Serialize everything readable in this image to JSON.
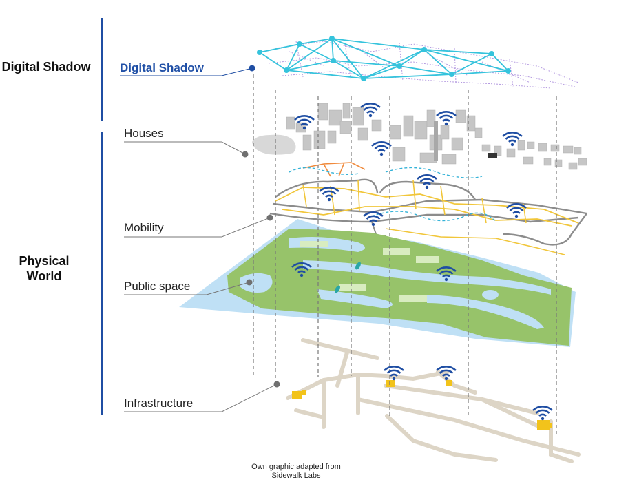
{
  "side_titles": {
    "digital": "Digital Shadow",
    "physical_line1": "Physical",
    "physical_line2": "World"
  },
  "digital_shadow_label": "Digital Shadow",
  "layers": {
    "houses": "Houses",
    "mobility": "Mobility",
    "public_space": "Public space",
    "infrastructure": "Infrastructure"
  },
  "credit": {
    "line1": "Own graphic adapted from",
    "line2": "Sidewalk Labs"
  },
  "colors": {
    "bracket": "#1f4ea3",
    "network": "#35c3dc",
    "wifi": "#1f4ea3",
    "park": "#97c36a",
    "water": "#bfe0f5",
    "road_yellow": "#f1c63a",
    "road_gray": "#8c8c8c",
    "building": "#c8c8c8",
    "infra": "#ddd5c6",
    "infra_unit": "#f2c31b"
  },
  "icons": [
    "wifi-icon",
    "network-node-icon",
    "building-icon"
  ]
}
